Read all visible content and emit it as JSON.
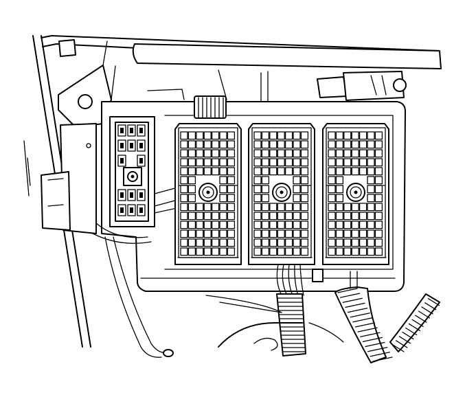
{
  "figure": {
    "subject": "",
    "colors": {
      "line": "#000000",
      "background": "#ffffff"
    },
    "connector_count": 3,
    "connector_rows": 14,
    "connector_cols": 7
  }
}
